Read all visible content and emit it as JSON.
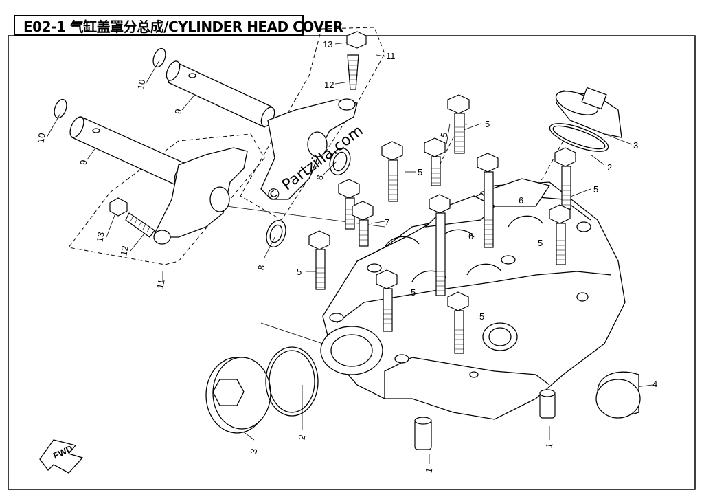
{
  "header": {
    "title": "E02-1 气缸盖罩分总成/CYLINDER HEAD COVER"
  },
  "watermark": "© Partzilla.com",
  "fwd_label": "FWD",
  "callouts": [
    {
      "id": "c13a",
      "text": "13"
    },
    {
      "id": "c12a",
      "text": "12"
    },
    {
      "id": "c11a",
      "text": "11"
    },
    {
      "id": "c10a",
      "text": "10"
    },
    {
      "id": "c9a",
      "text": "9"
    },
    {
      "id": "c10b",
      "text": "10"
    },
    {
      "id": "c9b",
      "text": "9"
    },
    {
      "id": "c13b",
      "text": "13"
    },
    {
      "id": "c12b",
      "text": "12"
    },
    {
      "id": "c11b",
      "text": "11"
    },
    {
      "id": "c8a",
      "text": "8"
    },
    {
      "id": "c8b",
      "text": "8"
    },
    {
      "id": "c5a",
      "text": "5"
    },
    {
      "id": "c5b",
      "text": "5"
    },
    {
      "id": "c5c",
      "text": "5"
    },
    {
      "id": "c5d",
      "text": "5"
    },
    {
      "id": "c5e",
      "text": "5"
    },
    {
      "id": "c5f",
      "text": "5"
    },
    {
      "id": "c5g",
      "text": "5"
    },
    {
      "id": "c5h",
      "text": "5"
    },
    {
      "id": "c6a",
      "text": "6"
    },
    {
      "id": "c6b",
      "text": "6"
    },
    {
      "id": "c7",
      "text": "7"
    },
    {
      "id": "c3a",
      "text": "3"
    },
    {
      "id": "c2a",
      "text": "2"
    },
    {
      "id": "c3b",
      "text": "3"
    },
    {
      "id": "c2b",
      "text": "2"
    },
    {
      "id": "c4",
      "text": "4"
    },
    {
      "id": "c1a",
      "text": "1"
    },
    {
      "id": "c1b",
      "text": "1"
    }
  ],
  "colors": {
    "line": "#000000",
    "background": "#ffffff"
  }
}
